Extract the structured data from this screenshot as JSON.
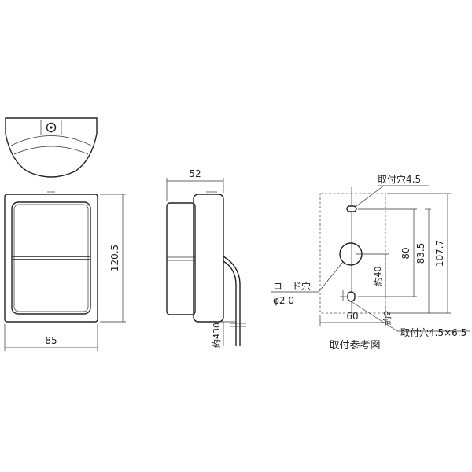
{
  "dimensions": {
    "front_width": "85",
    "front_height": "120.5",
    "side_depth": "52",
    "cord_length": "約430",
    "mount_hole_top": "取付穴4.5",
    "mount_hole_bottom": "取付穴4.5×6.5",
    "cord_hole_label": "コード穴",
    "cord_hole_dia": "φ2 0",
    "dim_80": "80",
    "dim_83_5": "83.5",
    "dim_107_7": "107.7",
    "dim_40": "約40",
    "dim_9": "約9",
    "dim_60": "60"
  },
  "caption": "取付参考図"
}
